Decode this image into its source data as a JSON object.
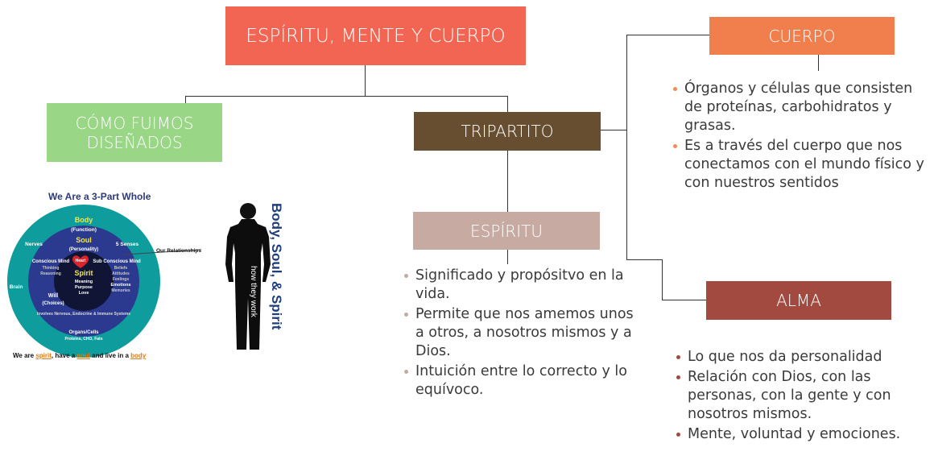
{
  "colors": {
    "main": "#f26553",
    "como": "#99d685",
    "tripartito": "#684e31",
    "espiritu": "#c7aba3",
    "cuerpo": "#f07f4d",
    "alma": "#a34a40"
  },
  "nodes": {
    "main": "ESPÍRITU, MENTE Y CUERPO",
    "como_line1": "CÓMO FUIMOS",
    "como_line2": "DISEÑADOS",
    "tripartito": "TRIPARTITO",
    "espiritu": "ESPÍRITU",
    "cuerpo": "CUERPO",
    "alma": "ALMA"
  },
  "espiritu_items": [
    "Significado y propósitvo en la vida.",
    "Permite que nos amemos unos a otros, a nosotros mismos y a Dios.",
    "Intuición entre lo correcto y lo equívoco."
  ],
  "cuerpo_items": [
    "Órganos y células que consisten de proteínas, carbohidratos y grasas.",
    "Es a través del cuerpo que nos conectamos con el mundo físico y con nuestros sentidos"
  ],
  "alma_items": [
    "Lo que nos da personalidad",
    "Relación con Dios, con las personas, con la gente y con nosotros mismos.",
    "Mente, voluntad y emociones."
  ],
  "whole_diagram": {
    "title": "We Are a 3-Part Whole",
    "body": "Body",
    "body_sub": "(Function)",
    "soul": "Soul",
    "soul_sub": "(Personality)",
    "heart": "Heart",
    "spirit": "Spirit",
    "spirit_items": [
      "Meaning",
      "Purpose",
      "Love"
    ],
    "nerves": "Nerves",
    "senses": "5 Senses",
    "relationships": "Our Relationships",
    "conscious": "Conscious Mind",
    "conscious_items": [
      "Thinking",
      "Reasoning"
    ],
    "subconscious": "Sub Conscious Mind",
    "subconscious_items": [
      "Beliefs",
      "Attitudes",
      "Feelings"
    ],
    "emotions": "Emotions",
    "memories": "Memories",
    "brain": "Brain",
    "will": "Will",
    "will_sub": "(Choices)",
    "systems": "Involves Nervous, Endocrine & Immune Systems",
    "organs": "Organs/Cells",
    "organs_sub": "Proteins, CHO, Fats",
    "caption_pre": "We are ",
    "caption_spirit": "spirit",
    "caption_mid1": ", have a ",
    "caption_soul": "soul",
    "caption_mid2": " and live in a ",
    "caption_body": "body"
  },
  "silhouette": {
    "title": "Body, Soul, & Spirit",
    "subtitle": "how they work"
  }
}
